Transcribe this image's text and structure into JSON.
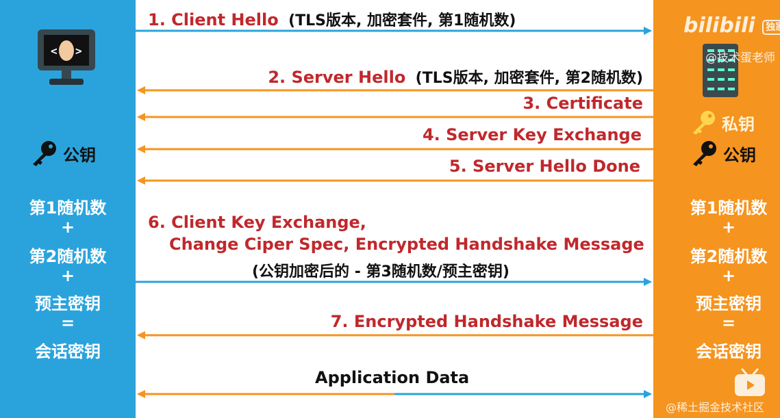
{
  "colors": {
    "client_blue": "#2aa3dc",
    "server_orange": "#f5941f",
    "message_red": "#c0282c",
    "right_arrow": "#2aa3dc",
    "left_arrow": "#f5941f"
  },
  "icons": {
    "client": "computer-monitor-icon",
    "server": "server-rack-icon",
    "key": "key-icon",
    "private_key": "private-key-icon"
  },
  "client": {
    "public_key_label": "公钥",
    "rand1": "第1随机数",
    "plus1": "+",
    "rand2": "第2随机数",
    "plus2": "+",
    "premaster": "预主密钥",
    "equals": "=",
    "session_key": "会话密钥"
  },
  "server": {
    "private_key_label": "私钥",
    "public_key_label": "公钥",
    "rand1": "第1随机数",
    "plus1": "+",
    "rand2": "第2随机数",
    "plus2": "+",
    "premaster": "预主密钥",
    "equals": "=",
    "session_key": "会话密钥"
  },
  "messages": {
    "m1_title": "1. Client Hello",
    "m1_detail": "(TLS版本, 加密套件, 第1随机数)",
    "m2_title": "2. Server Hello",
    "m2_detail": "(TLS版本, 加密套件, 第2随机数)",
    "m3": "3. Certificate",
    "m4": "4. Server Key Exchange",
    "m5": "5. Server Hello Done",
    "m6_line1": "6. Client Key Exchange,",
    "m6_line2": "Change Ciper Spec,  Encrypted Handshake Message",
    "m6_detail": "(公钥加密后的 - 第3随机数/预主密钥)",
    "m7": "7. Encrypted Handshake Message",
    "app_data": "Application Data"
  },
  "watermarks": {
    "bilibili": "bilibili",
    "bili_badge": "独家",
    "author": "@技术蛋老师",
    "juejin": "@稀土掘金技术社区"
  }
}
